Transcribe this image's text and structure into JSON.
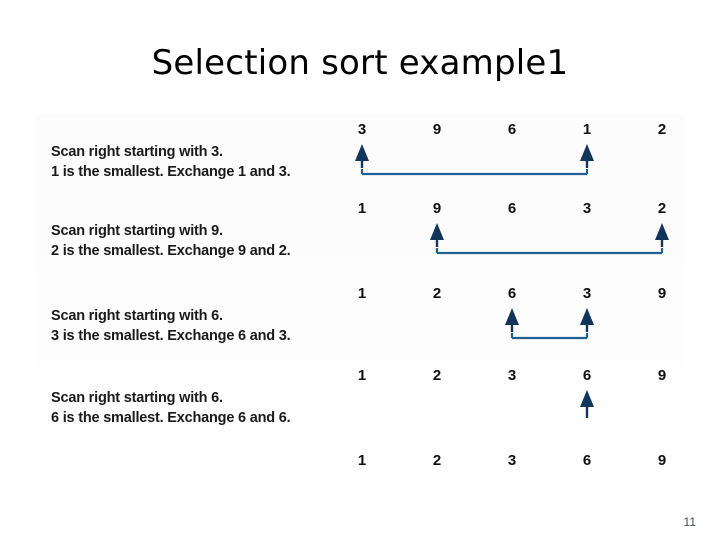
{
  "slide": {
    "title": "Selection sort example1",
    "page_number": "11"
  },
  "colors": {
    "arrow_head": "#12355b",
    "connector_line": "#1f6191",
    "text": "#111111",
    "panel_bg": "#fdfdfd",
    "page_number": "#3f4a56"
  },
  "steps": [
    {
      "desc_line1": "Scan right starting with 3.",
      "desc_line2": "1 is the smallest. Exchange 1 and 3.",
      "values": [
        "3",
        "9",
        "6",
        "1",
        "2"
      ],
      "arrows": [
        0,
        3
      ],
      "connector": true
    },
    {
      "desc_line1": "Scan right starting with 9.",
      "desc_line2": "2 is the smallest. Exchange 9 and 2.",
      "values": [
        "1",
        "9",
        "6",
        "3",
        "2"
      ],
      "arrows": [
        1,
        4
      ],
      "connector": true
    },
    {
      "desc_line1": "Scan right starting with 6.",
      "desc_line2": "3 is the smallest. Exchange 6 and 3.",
      "values": [
        "1",
        "2",
        "6",
        "3",
        "9"
      ],
      "arrows": [
        2,
        3
      ],
      "connector": true
    },
    {
      "desc_line1": "Scan right starting with 6.",
      "desc_line2": "6 is the smallest. Exchange 6 and 6.",
      "values": [
        "1",
        "2",
        "3",
        "6",
        "9"
      ],
      "arrows": [
        3
      ],
      "connector": false
    },
    {
      "desc_line1": "",
      "desc_line2": "",
      "values": [
        "1",
        "2",
        "3",
        "6",
        "9"
      ],
      "arrows": [],
      "connector": false
    }
  ]
}
